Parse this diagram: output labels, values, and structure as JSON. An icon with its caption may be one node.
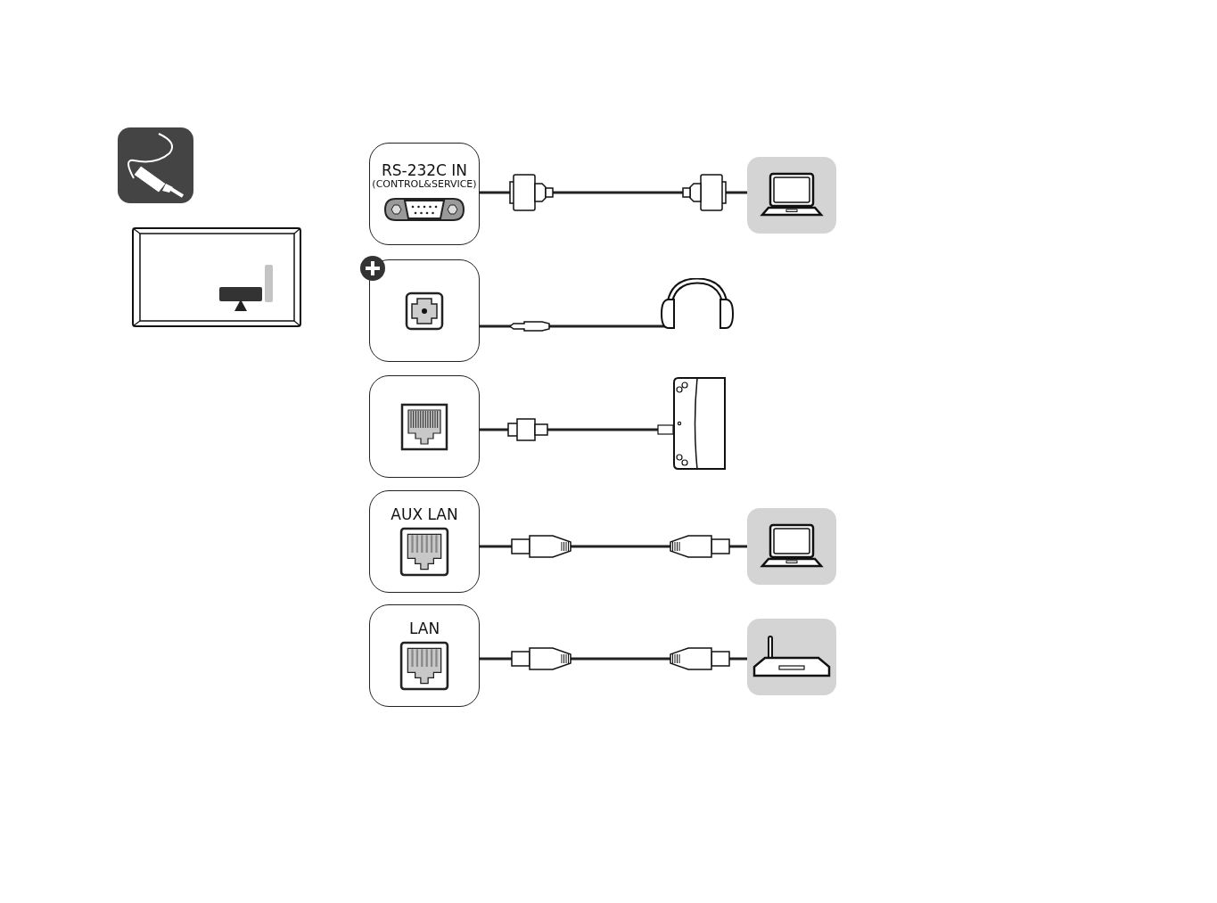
{
  "diagram": {
    "nodes": [
      {
        "text": [
          "RS-232C IN",
          "(CONTROL&SERVICE)"
        ]
      },
      {
        "text": [],
        "shape": "box"
      },
      {
        "text": [],
        "shape": "box"
      },
      {
        "text": [],
        "shape": "picture"
      },
      {
        "text": [],
        "shape": "box"
      },
      {
        "text": [],
        "shape": "picture"
      },
      {
        "text": [
          "AUX LAN"
        ]
      },
      {
        "text": [],
        "shape": "box"
      },
      {
        "text": [
          "LAN"
        ]
      },
      {
        "text": [],
        "shape": "box"
      }
    ],
    "edges": [
      {
        "from": 0,
        "to": 1,
        "arrow": "none"
      },
      {
        "from": 2,
        "to": 3,
        "arrow": "none"
      },
      {
        "from": 4,
        "to": 5,
        "arrow": "none"
      },
      {
        "from": 6,
        "to": 7,
        "arrow": "none"
      },
      {
        "from": 8,
        "to": 9,
        "arrow": "none"
      }
    ]
  }
}
